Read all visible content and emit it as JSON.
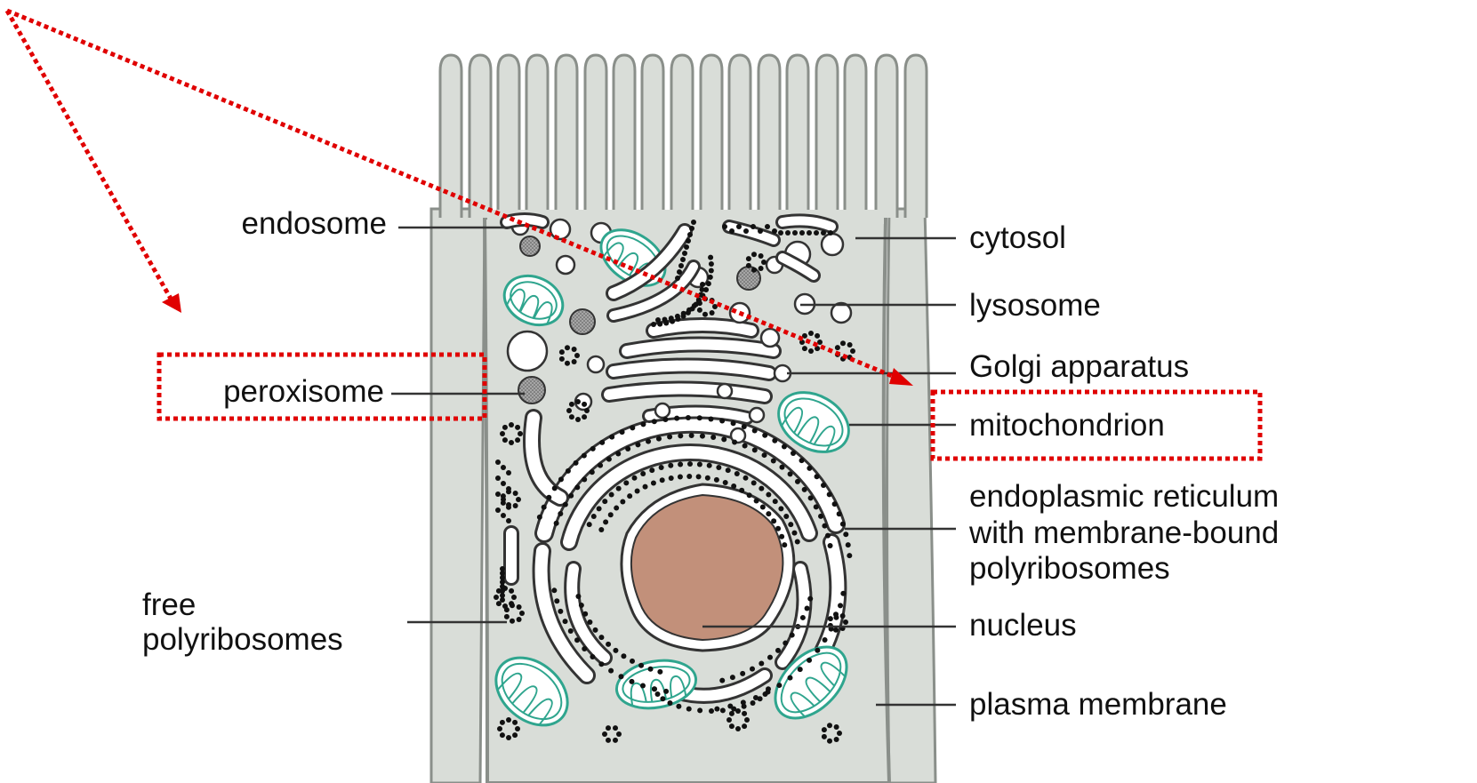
{
  "labels": {
    "endosome": "endosome",
    "peroxisome": "peroxisome",
    "free_line1": "free",
    "free_line2": "polyribosomes",
    "cytosol": "cytosol",
    "lysosome": "lysosome",
    "golgi": "Golgi apparatus",
    "mitochondrion": "mitochondrion",
    "er_line1": "endoplasmic reticulum",
    "er_line2": "with membrane-bound",
    "er_line3": "polyribosomes",
    "nucleus": "nucleus",
    "plasma_membrane": "plasma membrane"
  },
  "highlighted": [
    "peroxisome",
    "mitochondrion"
  ],
  "colors": {
    "cytoplasm": "#d9ddd8",
    "membrane_outline": "#8a8f8a",
    "nucleus": "#c2907a",
    "mitochondrion_outline": "#2fa58e",
    "ribosome": "#111111",
    "annotation_red": "#e00000"
  }
}
